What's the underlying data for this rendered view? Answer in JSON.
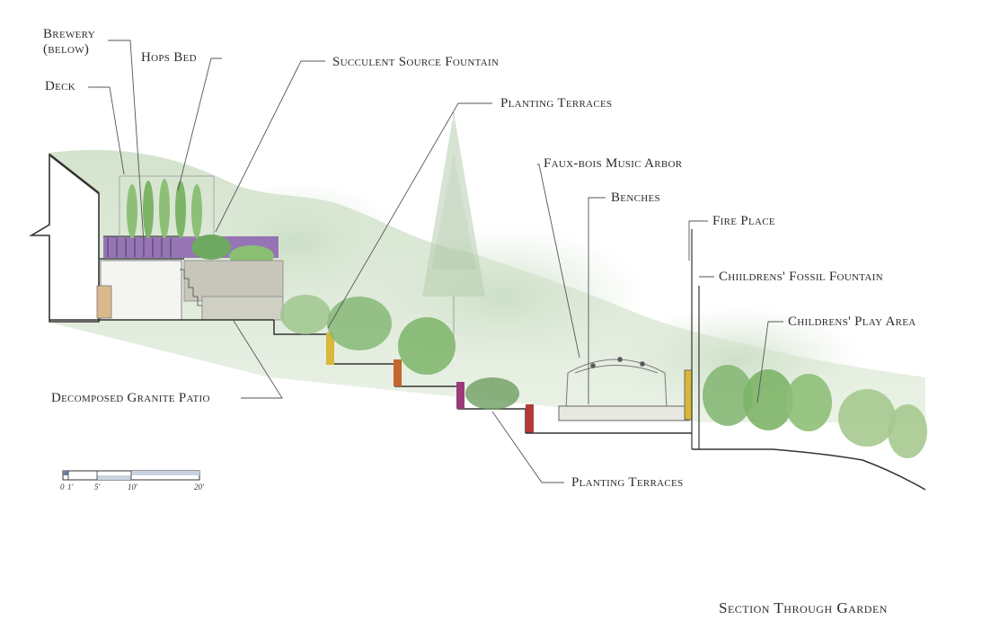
{
  "title": "Section Through Garden",
  "labels": {
    "brewery": "Brewery",
    "brewery_note": "(below)",
    "hops_bed": "Hops Bed",
    "deck": "Deck",
    "succulent_fountain": "Succulent Source Fountain",
    "planting_terraces_top": "Planting Terraces",
    "music_arbor": "Faux-bois Music Arbor",
    "benches": "Benches",
    "fire_place": "Fire Place",
    "fossil_fountain": "Chiildrens' Fossil Fountain",
    "play_area": "Childrens' Play Area",
    "granite_patio": "Decomposed Granite Patio",
    "planting_terraces_bottom": "Planting Terraces"
  },
  "scale_bar": {
    "ticks": [
      "0",
      "1'",
      "5'",
      "10'",
      "20'"
    ]
  },
  "colors": {
    "foliage_light": "#cfe3c2",
    "foliage_mid": "#9cc48a",
    "foliage_dark": "#5e9a52",
    "purple_wall": "#8a5fb0",
    "stone": "#b9b9ad",
    "terrace_yellow": "#d8b83a",
    "terrace_orange": "#c4662e",
    "terrace_red": "#b33a3a",
    "terrace_magenta": "#9b3a7a"
  }
}
